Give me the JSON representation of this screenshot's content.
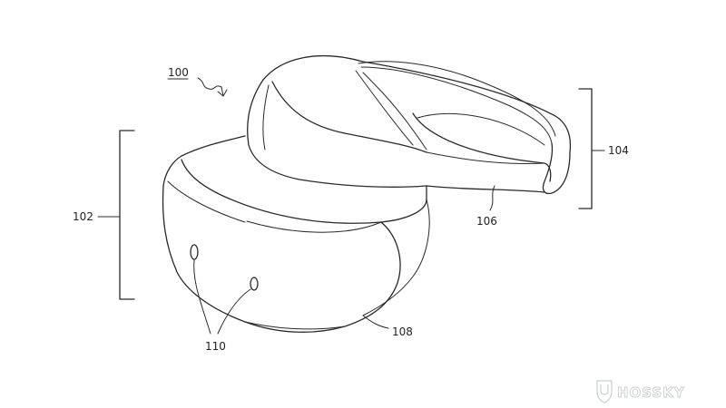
{
  "labels": {
    "assembly": "100",
    "front_body": "102",
    "head_strap": "104",
    "strap_edge": "106",
    "visor_edge": "108",
    "sensors": "110"
  },
  "watermark": {
    "text": "HOSSKY",
    "icon": "shield-u-logo-icon"
  },
  "colors": {
    "line": "#2a2a2a",
    "background": "#ffffff",
    "watermark": "#c9ced6"
  }
}
